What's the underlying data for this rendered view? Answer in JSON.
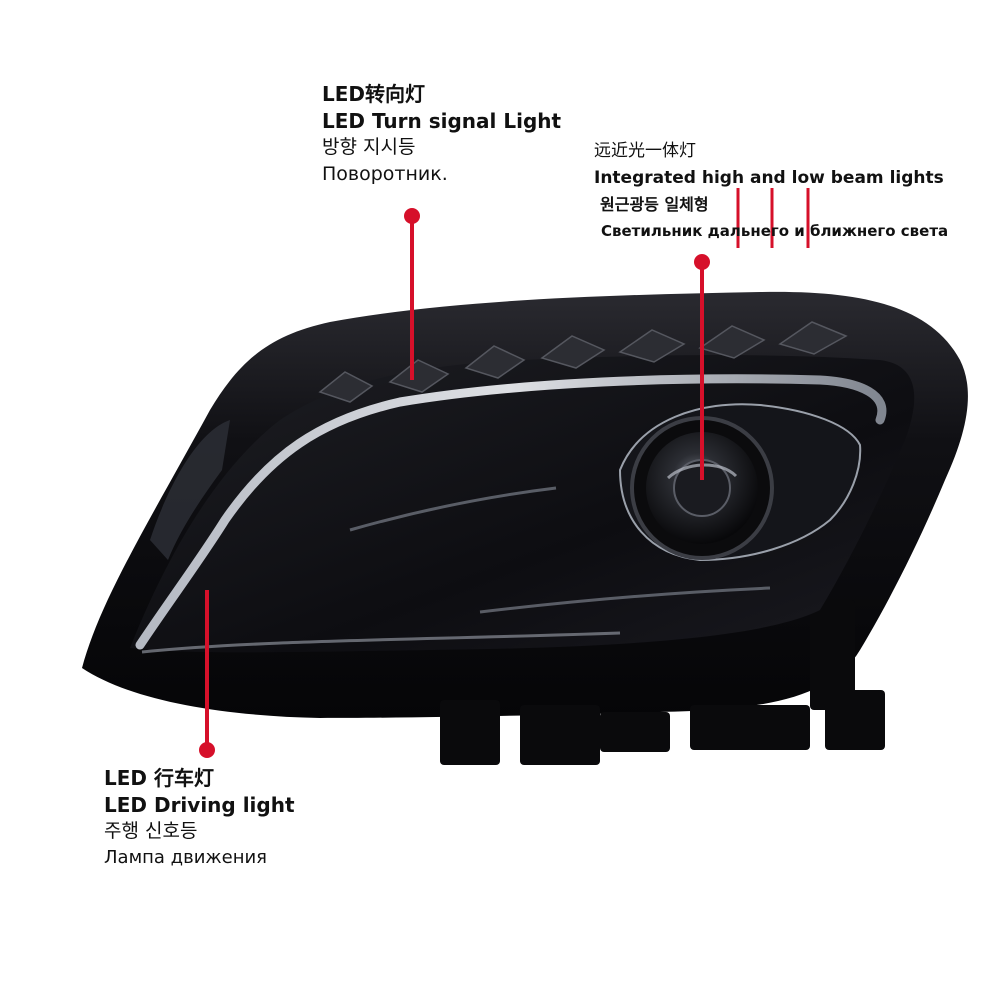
{
  "colors": {
    "callout_red": "#d6102a",
    "housing": "#0c0c10",
    "drl_glow": "#e6eaf2",
    "text": "#111111"
  },
  "callouts": {
    "turn_signal": {
      "line1": "LED转向灯",
      "line2": "LED Turn signal Light",
      "line3": "방향 지시등",
      "line4": "Поворотник."
    },
    "beam": {
      "line1": "远近光一体灯",
      "line2": "Integrated high and low beam lights",
      "line3": "원근광등 일체형",
      "line4": "Светильник дальнего и ближнего света"
    },
    "driving": {
      "line1": "LED 行车灯",
      "line2": "LED Driving light",
      "line3": "주행 신호등",
      "line4": "Лампа движения"
    }
  }
}
